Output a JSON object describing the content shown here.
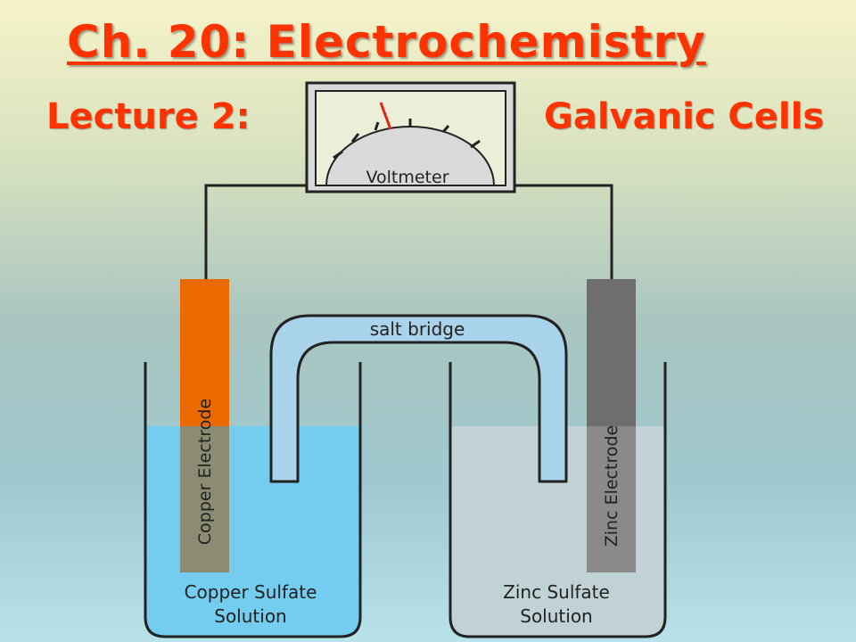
{
  "slide": {
    "title": "Ch. 20: Electrochemistry",
    "subtitle_left": "Lecture 2:",
    "subtitle_right": "Galvanic Cells"
  },
  "diagram": {
    "voltmeter_label": "Voltmeter",
    "salt_bridge_label": "salt bridge",
    "left_electrode_label": "Copper Electrode",
    "right_electrode_label": "Zinc Electrode",
    "left_solution_line1": "Copper Sulfate",
    "left_solution_line2": "Solution",
    "right_solution_line1": "Zinc Sulfate",
    "right_solution_line2": "Solution",
    "colors": {
      "title": "#ff3300",
      "copper": "#ea6a00",
      "zinc": "#6e6e6e",
      "copper_sulfate": "#74ccee",
      "zinc_sulfate": "#c0d2d6",
      "salt_bridge": "#a9d3ea",
      "needle": "#e0241b"
    }
  }
}
